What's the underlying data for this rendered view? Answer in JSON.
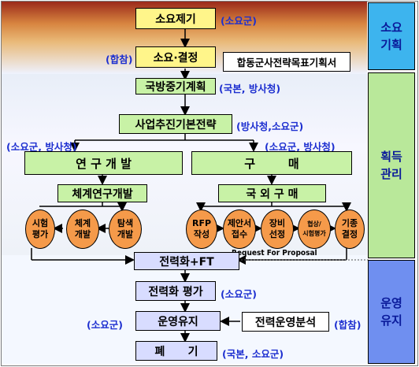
{
  "side_labels": {
    "planning": "소요\n기획",
    "acquisition": "획득\n관리",
    "operation": "운영\n유지"
  },
  "boxes": {
    "requirement_proposal": "소요제기",
    "requirement_decision": "소요·결정",
    "joint_strategy_doc": "합동군사전략목표기획서",
    "mid_term_plan": "국방중기계획",
    "project_strategy": "사업추진기본전략",
    "rnd": "연 구 개 발",
    "purchase": "구        매",
    "system_dev": "체계연구개발",
    "foreign_purchase": "국 외 구 매",
    "deployment": "전력화+FT",
    "deployment_eval": "전력화 평가",
    "operation_maintain": "운영유지",
    "force_ops_analysis": "전력운영분석",
    "disposal": "폐      기"
  },
  "circles": {
    "test_eval": "시험\n평가",
    "system_develop": "체계\n개발",
    "exploratory_develop": "탐색\n개발",
    "rfp": "RFP\n작성",
    "proposal_receive": "제안서\n접수",
    "equipment_select": "장비\n선정",
    "negotiation": "협상/\n시험평가",
    "model_decision": "기종\n결정"
  },
  "annotations": {
    "requirement_proposal": "(소요군)",
    "requirement_decision": "(합참)",
    "mid_term_plan": "(국본, 방사청)",
    "project_strategy": "(방사청,소요군)",
    "rnd_left": "(소요군, 방사청)",
    "purchase_right": "(소요군, 방사청)",
    "deployment_eval": "(소요군)",
    "operation_maintain": "(소요군)",
    "force_ops_analysis": "(합참)",
    "disposal": "(국본, 소요군)"
  },
  "rfp_note": "Request For Proposal",
  "colors": {
    "planning_side": "#3db4ee",
    "acquisition_side": "#b9e89a",
    "operation_side": "#6f8ff0",
    "annotation": "#1d2fd0",
    "circle": "#f59a4a"
  }
}
